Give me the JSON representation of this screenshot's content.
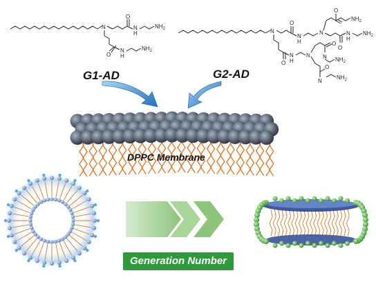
{
  "figure": {
    "g1_label": "G1-AD",
    "g2_label": "G2-AD",
    "membrane_label": "DPPC Membrane",
    "axis_label": "Generation Number",
    "nh2": "NH",
    "nh2_sub": "2",
    "atom_n": "N",
    "atom_h": "H",
    "atom_o": "O"
  },
  "colors": {
    "head_bead": "#5f6878",
    "lipid_tail": "#d9772b",
    "arrow": "#3b8fd6",
    "progress_arrow": "#9fd08b",
    "label_box": "#2f9a3a"
  }
}
